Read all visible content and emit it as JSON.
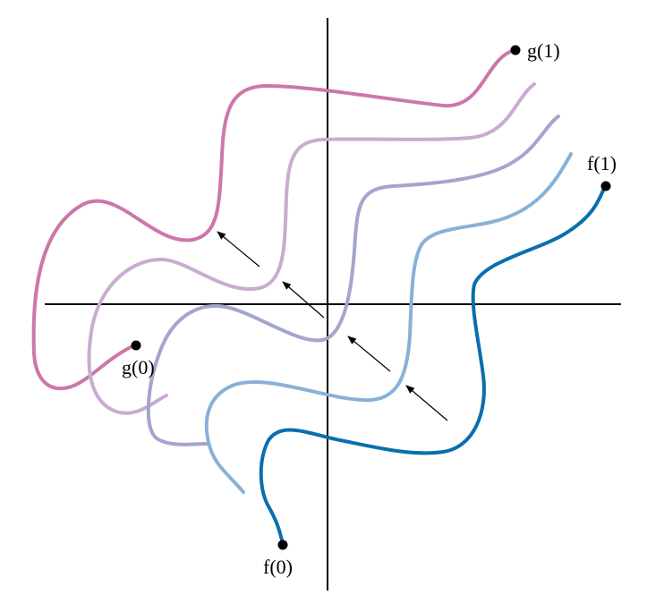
{
  "labels": {
    "g1": "g(1)",
    "f1": "f(1)",
    "g0": "g(0)",
    "f0": "f(0)"
  },
  "colors": {
    "g_curve": "#cc77aa",
    "interp1": "#c9acd0",
    "interp2": "#a2a6cc",
    "interp3": "#88b1d8",
    "f_curve": "#0a6fae",
    "axes": "#000000",
    "arrows": "#000000",
    "points": "#000000"
  }
}
